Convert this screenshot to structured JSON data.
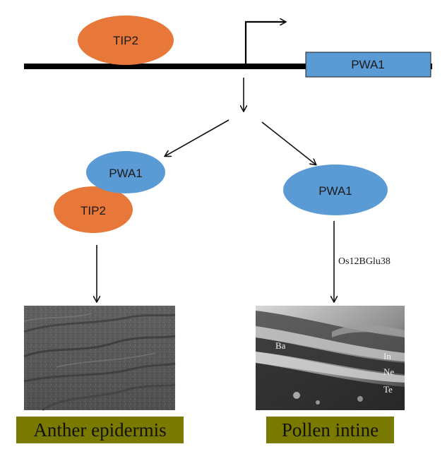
{
  "gene": {
    "repressor_label": "TIP2",
    "gene_label": "PWA1"
  },
  "left_branch": {
    "top_protein_label": "PWA1",
    "bottom_protein_label": "TIP2",
    "caption": "Anther epidermis"
  },
  "right_branch": {
    "protein_label": "PWA1",
    "arrow_label": "Os12BGlu38",
    "layer_labels": {
      "ba": "Ba",
      "in": "In",
      "ne": "Ne",
      "te": "Te"
    },
    "caption": "Pollen intine"
  },
  "colors": {
    "orange": "#e8783a",
    "blue": "#5b9bd5",
    "caption_bg": "#7a7a00",
    "line": "#111111"
  }
}
